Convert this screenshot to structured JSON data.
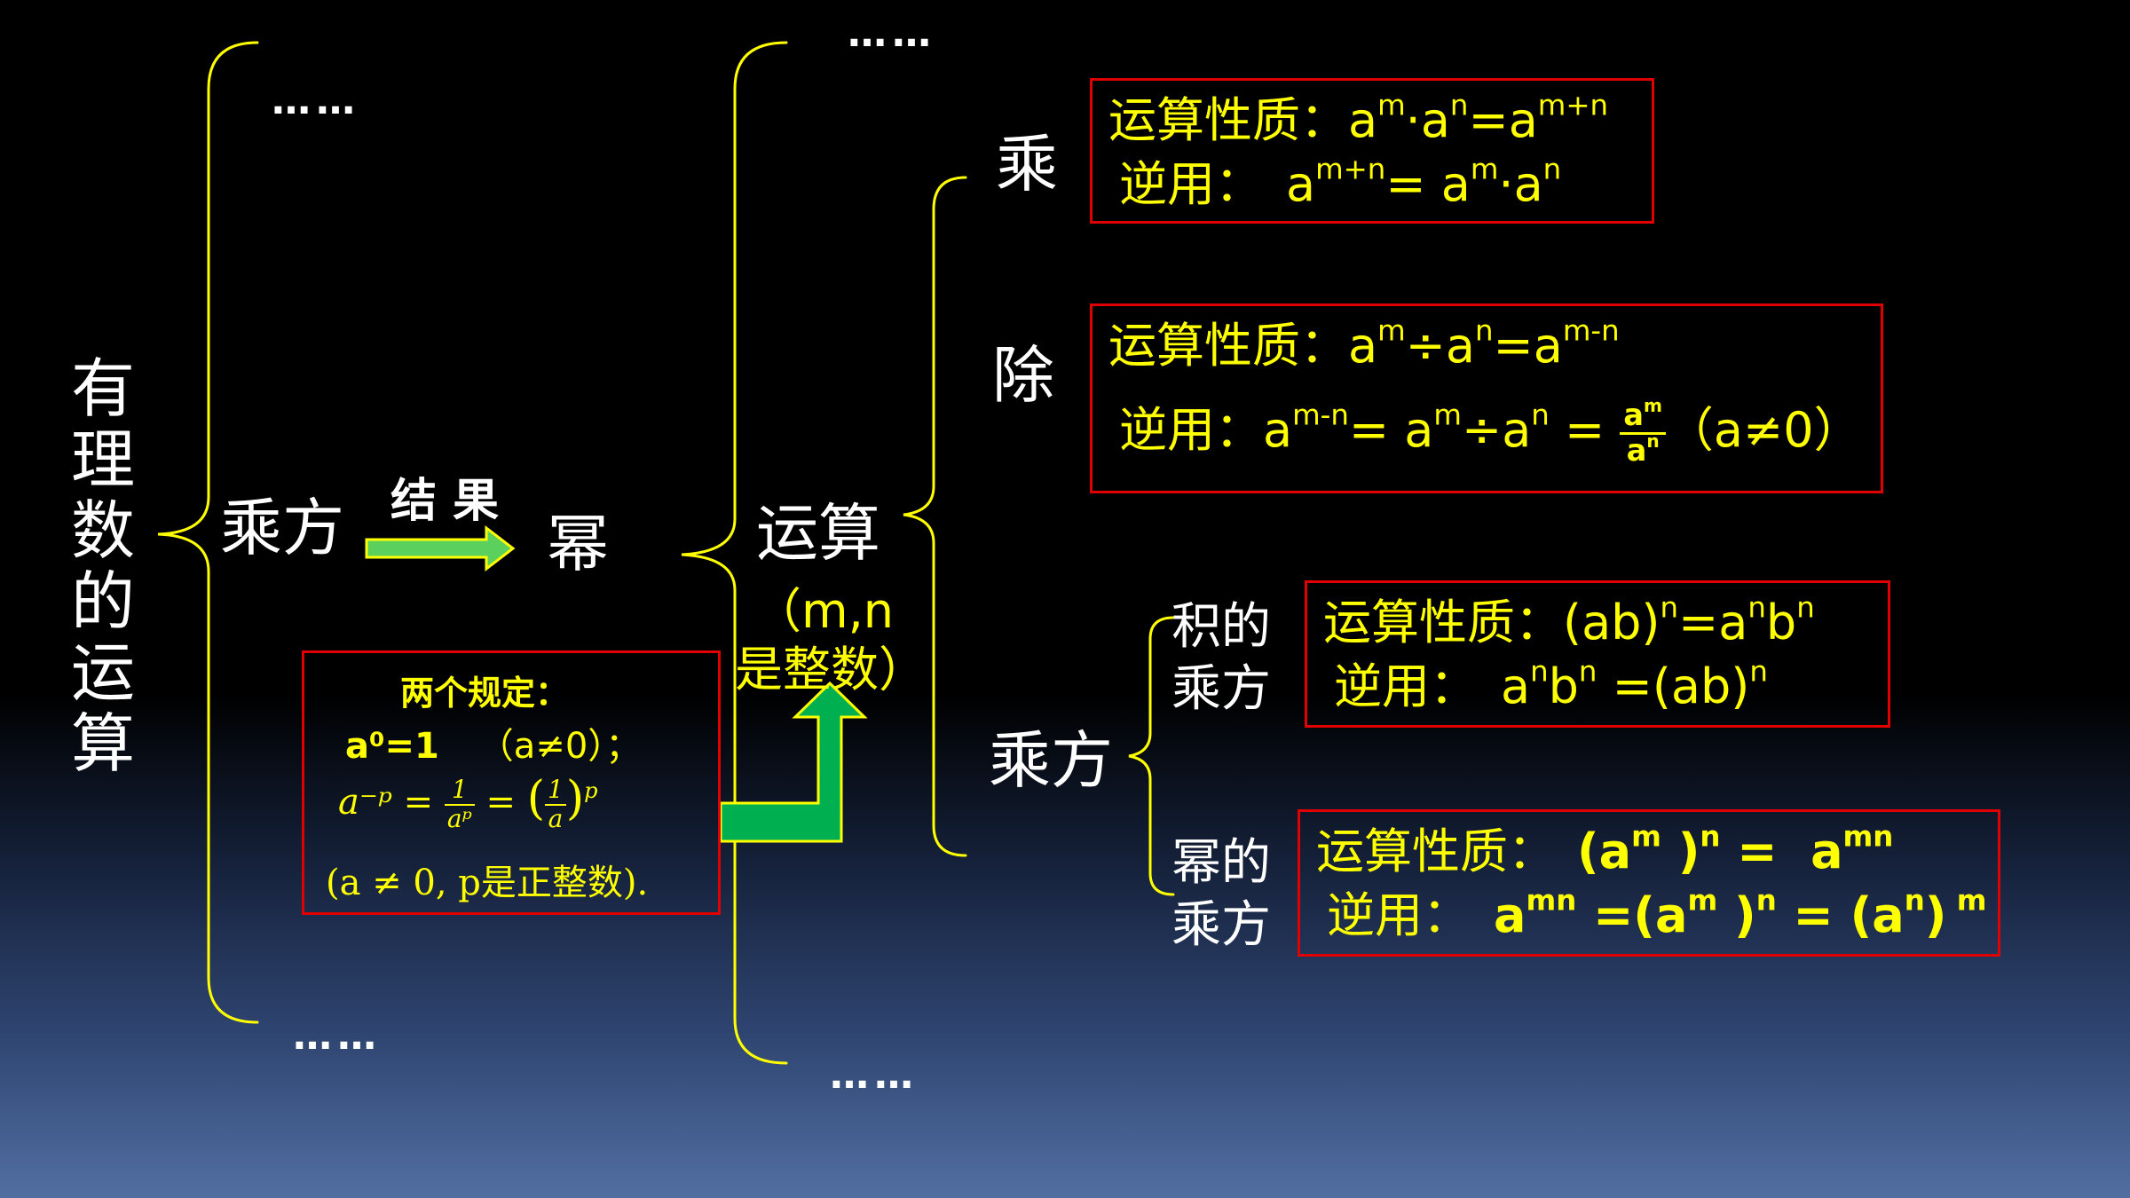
{
  "root": {
    "label": "有理数的运算"
  },
  "ellipsis": "……",
  "level1": {
    "label": "乘方",
    "arrow_label": "结果",
    "result": "幂"
  },
  "level2": {
    "label": "运算",
    "note": "（m,n是整数）"
  },
  "ops": {
    "multiply": "乘",
    "divide": "除",
    "power": "乘方",
    "product_power": "积的乘方",
    "power_power": "幂的乘方"
  },
  "labels": {
    "property": "运算性质：",
    "reverse": "逆用："
  },
  "rules_box": {
    "title": "两个规定：",
    "zero_rule": "a⁰=1",
    "zero_cond": "（a≠0）；",
    "neg_lhs": "a⁻ᵖ =",
    "neg_frac_num": "1",
    "neg_frac_den": "aᵖ",
    "neg_mid": "=",
    "neg_paren_num": "1",
    "neg_paren_den": "a",
    "neg_exp": "p",
    "condition": "(a ≠ 0, p是正整数)."
  },
  "formulas": {
    "mul_prop": "a^m·a^n=a^(m+n)",
    "mul_rev": "a^(m+n)= a^m·a^n",
    "div_prop": "a^m÷a^n=a^(m-n)",
    "div_rev": "a^(m-n)= a^m÷a^n = a^m/a^n（a≠0）",
    "prod_prop": "(ab)^n=a^n b^n",
    "prod_rev": "a^n b^n =(ab)^n",
    "pow_prop": "(a^m )^n = a^(mn)",
    "pow_rev": "a^(mn) =(a^m )^n = (a^n)^m"
  }
}
